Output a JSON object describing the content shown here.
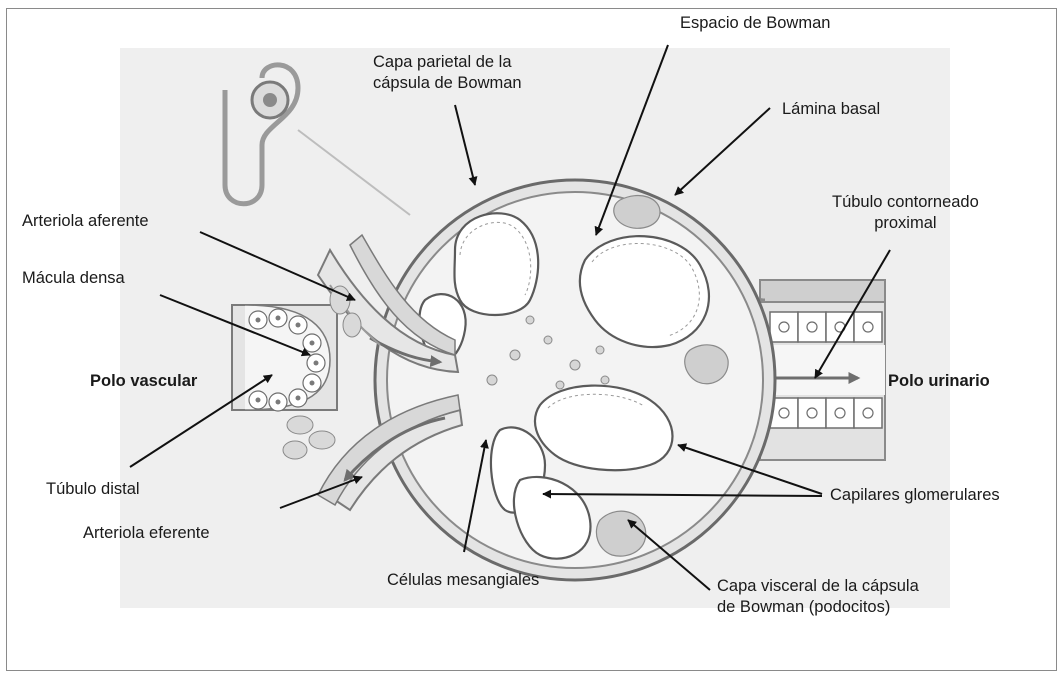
{
  "labels": {
    "parietal_layer": "Capa parietal de la\ncápsula de Bowman",
    "bowman_space": "Espacio de Bowman",
    "basal_lamina": "Lámina basal",
    "proximal_tubule": "Túbulo contorneado\nproximal",
    "afferent_arteriole": "Arteriola aferente",
    "macula_densa": "Mácula densa",
    "vascular_pole": "Polo vascular",
    "urinary_pole": "Polo urinario",
    "distal_tubule": "Túbulo distal",
    "efferent_arteriole": "Arteriola eferente",
    "glomerular_capillaries": "Capilares glomerulares",
    "mesangial_cells": "Células mesangiales",
    "visceral_layer": "Capa visceral de la cápsula\nde Bowman (podocitos)"
  }
}
